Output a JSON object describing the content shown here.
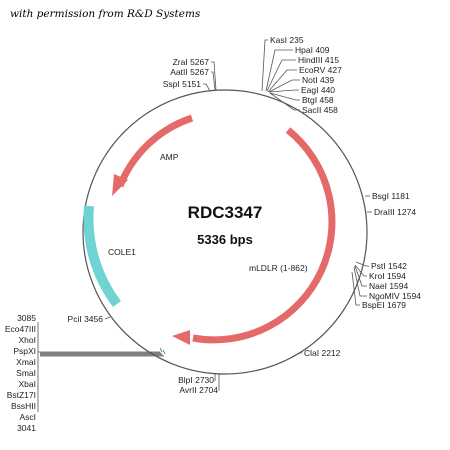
{
  "credit": "with permission from R&D Systems",
  "plasmid": {
    "name": "RDC3347",
    "size_label": "5336 bps",
    "total_bp": 5336
  },
  "features": [
    {
      "name": "AMP",
      "color": "#e46a6a",
      "direction": "ccw"
    },
    {
      "name": "mLDLR (1-862)",
      "color": "#e46a6a",
      "direction": "cw"
    },
    {
      "name": "COLE1",
      "color": "#6fd3d3",
      "direction": "none"
    }
  ],
  "sites": {
    "top_cluster": [
      "KasI 235",
      "HpaI 409",
      "HindIII 415",
      "EcoRV 427",
      "NotI 439",
      "EagI 440",
      "BtgI 458",
      "SacII 458"
    ],
    "top_left": [
      "ZraI 5267",
      "AatII 5267",
      "SspI 5151"
    ],
    "right": [
      "BsgI 1181",
      "DraIII 1274"
    ],
    "right_cluster": [
      "PstI 1542",
      "KroI 1594",
      "NaeI 1594",
      "NgoMIV 1594",
      "BspEI 1679"
    ],
    "bottom_right": [
      "ClaI 2212"
    ],
    "bottom": [
      "BlpI 2730",
      "AvrII 2704"
    ],
    "left": [
      "PciI 3456"
    ],
    "left_cluster": [
      "3085",
      "Eco47III",
      "XhoI",
      "PspXI",
      "XmaI",
      "SmaI",
      "XbaI",
      "BstZ17I",
      "BssHII",
      "AscI",
      "3041"
    ]
  }
}
